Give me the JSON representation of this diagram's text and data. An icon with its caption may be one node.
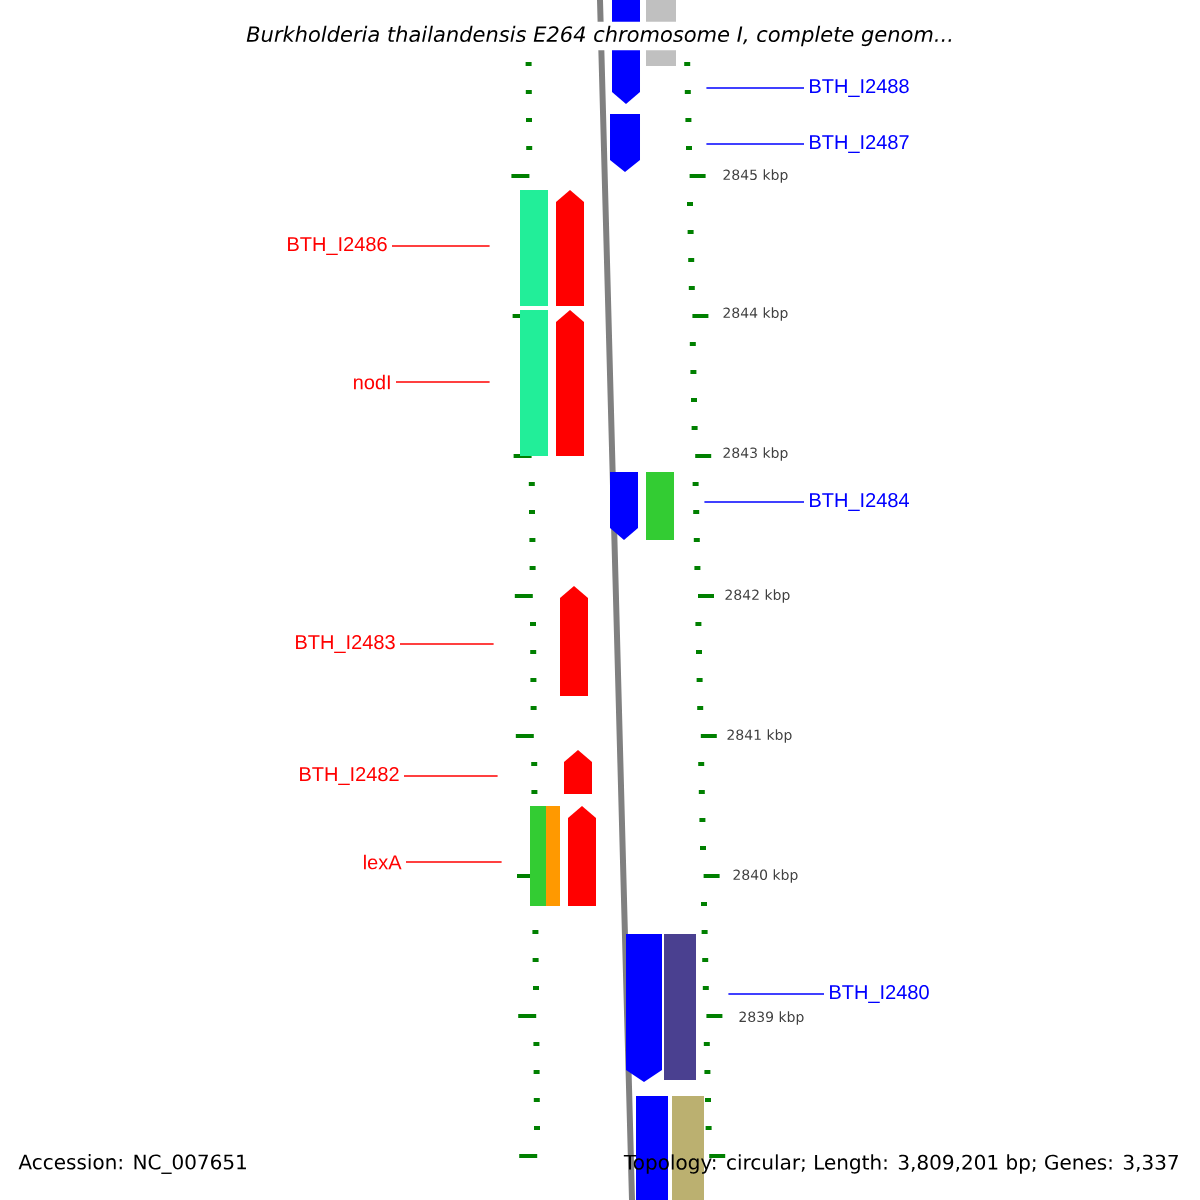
{
  "diagram": {
    "title": "Burkholderia thailandensis E264 chromosome I, complete genom...",
    "nodes": [
      {
        "text": [
          "BTH_I2488"
        ]
      },
      {
        "text": [
          "BTH_I2487"
        ]
      },
      {
        "text": [
          "BTH_I2486"
        ]
      },
      {
        "text": [
          "nodI"
        ]
      },
      {
        "text": [
          "BTH_I2484"
        ]
      },
      {
        "text": [
          "BTH_I2483"
        ]
      },
      {
        "text": [
          "BTH_I2482"
        ]
      },
      {
        "text": [
          "lexA"
        ]
      },
      {
        "text": [
          "BTH_I2480"
        ]
      },
      {
        "text": [],
        "shape": "bar"
      },
      {
        "text": [],
        "shape": "bar"
      },
      {
        "text": [],
        "shape": "bar"
      },
      {
        "text": [],
        "shape": "bar"
      },
      {
        "text": [],
        "shape": "bar"
      },
      {
        "text": [],
        "shape": "bar"
      },
      {
        "text": [],
        "shape": "bar"
      },
      {
        "text": [],
        "shape": "bar"
      },
      {
        "text": [],
        "shape": "bar"
      }
    ],
    "edges": [
      {
        "from": 0,
        "to": 9,
        "arrow": "none",
        "color": "#0000ff"
      },
      {
        "from": 1,
        "to": 10,
        "arrow": "none",
        "color": "#0000ff"
      },
      {
        "from": 2,
        "to": 11,
        "arrow": "none"
      },
      {
        "from": 3,
        "to": 12,
        "arrow": "none"
      },
      {
        "from": 4,
        "to": 13,
        "arrow": "none",
        "color": "#0000ff"
      },
      {
        "from": 5,
        "to": 14,
        "arrow": "none"
      },
      {
        "from": 6,
        "to": 15,
        "arrow": "none"
      },
      {
        "from": 7,
        "to": 16,
        "arrow": "none"
      },
      {
        "from": 8,
        "to": 17,
        "arrow": "none",
        "color": "#0000ff"
      }
    ],
    "labels": [
      "2845 kbp",
      "2844 kbp",
      "2843 kbp",
      "2842 kbp",
      "2841 kbp",
      "2840 kbp",
      "2839 kbp",
      "Accession: NC_007651",
      "Topology: circular; Length: 3,809,201 bp; Genes: 3,337"
    ]
  }
}
